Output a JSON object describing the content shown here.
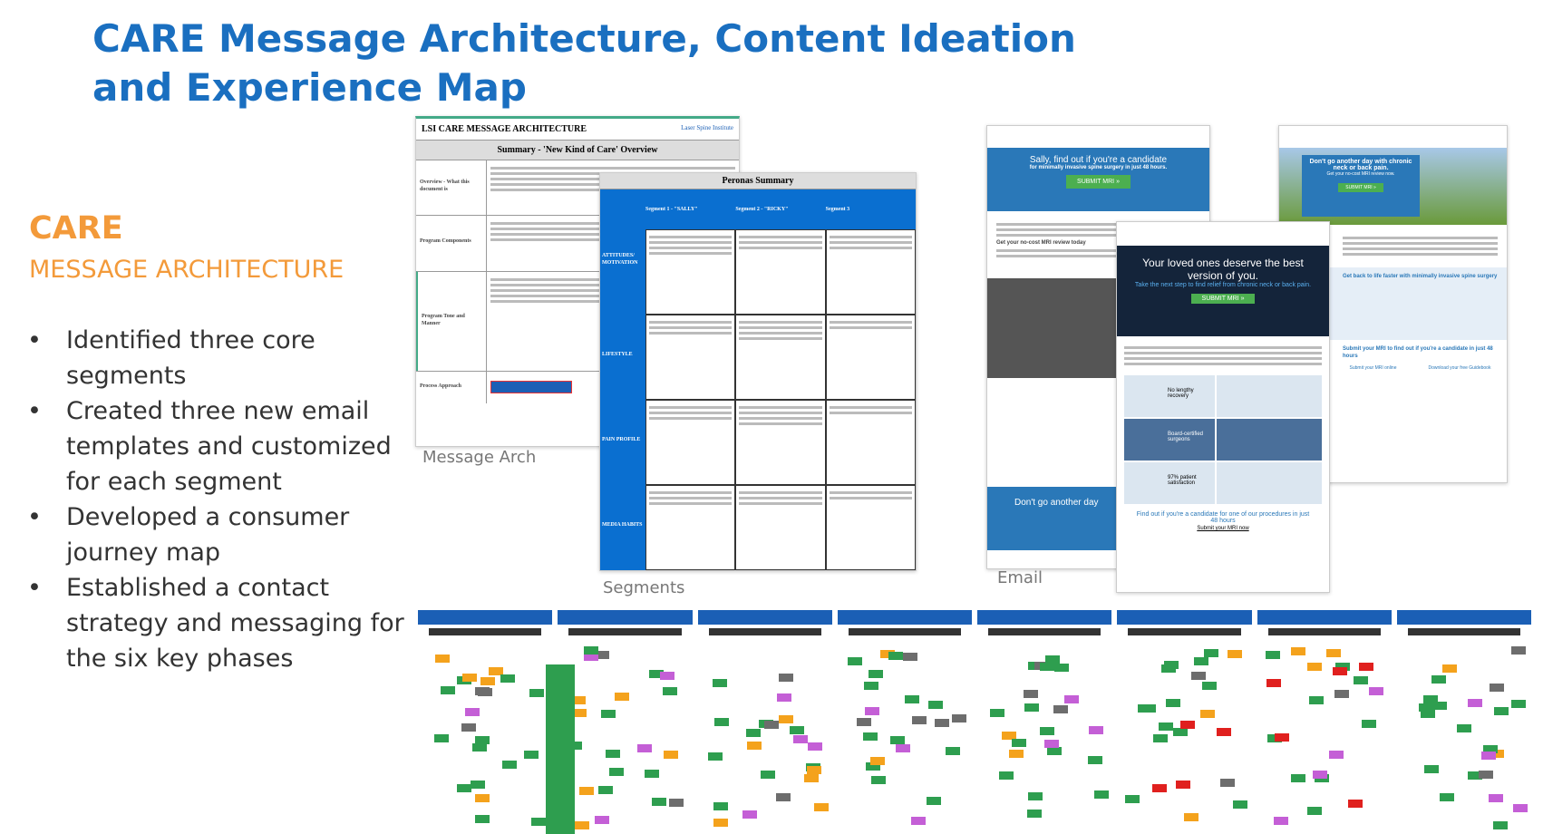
{
  "title": "CARE Message Architecture, Content Ideation and Experience Map",
  "left": {
    "heading": "CARE",
    "subheading": "MESSAGE ARCHITECTURE",
    "bullets": [
      "Identified three core segments",
      "Created three new email templates and customized for each segment",
      "Developed a consumer journey map",
      "Established a contact strategy and messaging for the six key phases"
    ]
  },
  "message_arch": {
    "doc_title": "LSI CARE MESSAGE ARCHITECTURE",
    "logo": "Laser Spine Institute",
    "summary": "Summary - 'New Kind of Care' Overview",
    "rows": [
      "Overview - What this document is",
      "Program Components",
      "Program Tone and Manner",
      "Process Approach"
    ],
    "caption": "Message Arch"
  },
  "segments": {
    "doc_title": "Peronas Summary",
    "columns": [
      "Segment 1 - \"SALLY\"",
      "Segment 2 - \"RICKY\"",
      "Segment 3"
    ],
    "rows": [
      "ATTITUDES/ MOTIVATION",
      "LIFESTYLE",
      "PAIN PROFILE",
      "MEDIA HABITS"
    ],
    "caption": "Segments"
  },
  "emails": {
    "caption": "Email",
    "email1": {
      "headline": "Sally, find out if you're a candidate",
      "sub": "for minimally invasive spine surgery in just 48 hours.",
      "button": "SUBMIT MRI »",
      "body_bold": "Get your no-cost MRI review today",
      "bottom": "Don't go another day"
    },
    "email2": {
      "headline": "Your loved ones deserve the best version of you.",
      "sub": "Take the next step to find relief from chronic neck or back pain.",
      "button": "SUBMIT MRI »",
      "features": [
        "No lengthy recovery",
        "Board-certified surgeons",
        "97% patient satisfaction"
      ],
      "footer": "Find out if you're a candidate for one of our procedures in just 48 hours",
      "footer_link": "Submit your MRI now"
    },
    "email3": {
      "headline": "Don't go another day with chronic neck or back pain.",
      "sub": "Get your no-cost MRI review now.",
      "button": "SUBMIT MRI »",
      "section": "Get back to life faster with minimally invasive spine surgery",
      "cta": "Submit your MRI to find out if you're a candidate in just 48 hours",
      "icons": [
        "Submit your MRI online",
        "Download your free Guidebook"
      ]
    }
  },
  "journey_map": {
    "phases": 8,
    "colors": {
      "header": "#1b5fb5",
      "green": "#2e9e4f",
      "orange": "#f4a21c",
      "purple": "#c45fd6",
      "red": "#e0201e",
      "gray": "#6d6d6d"
    }
  }
}
